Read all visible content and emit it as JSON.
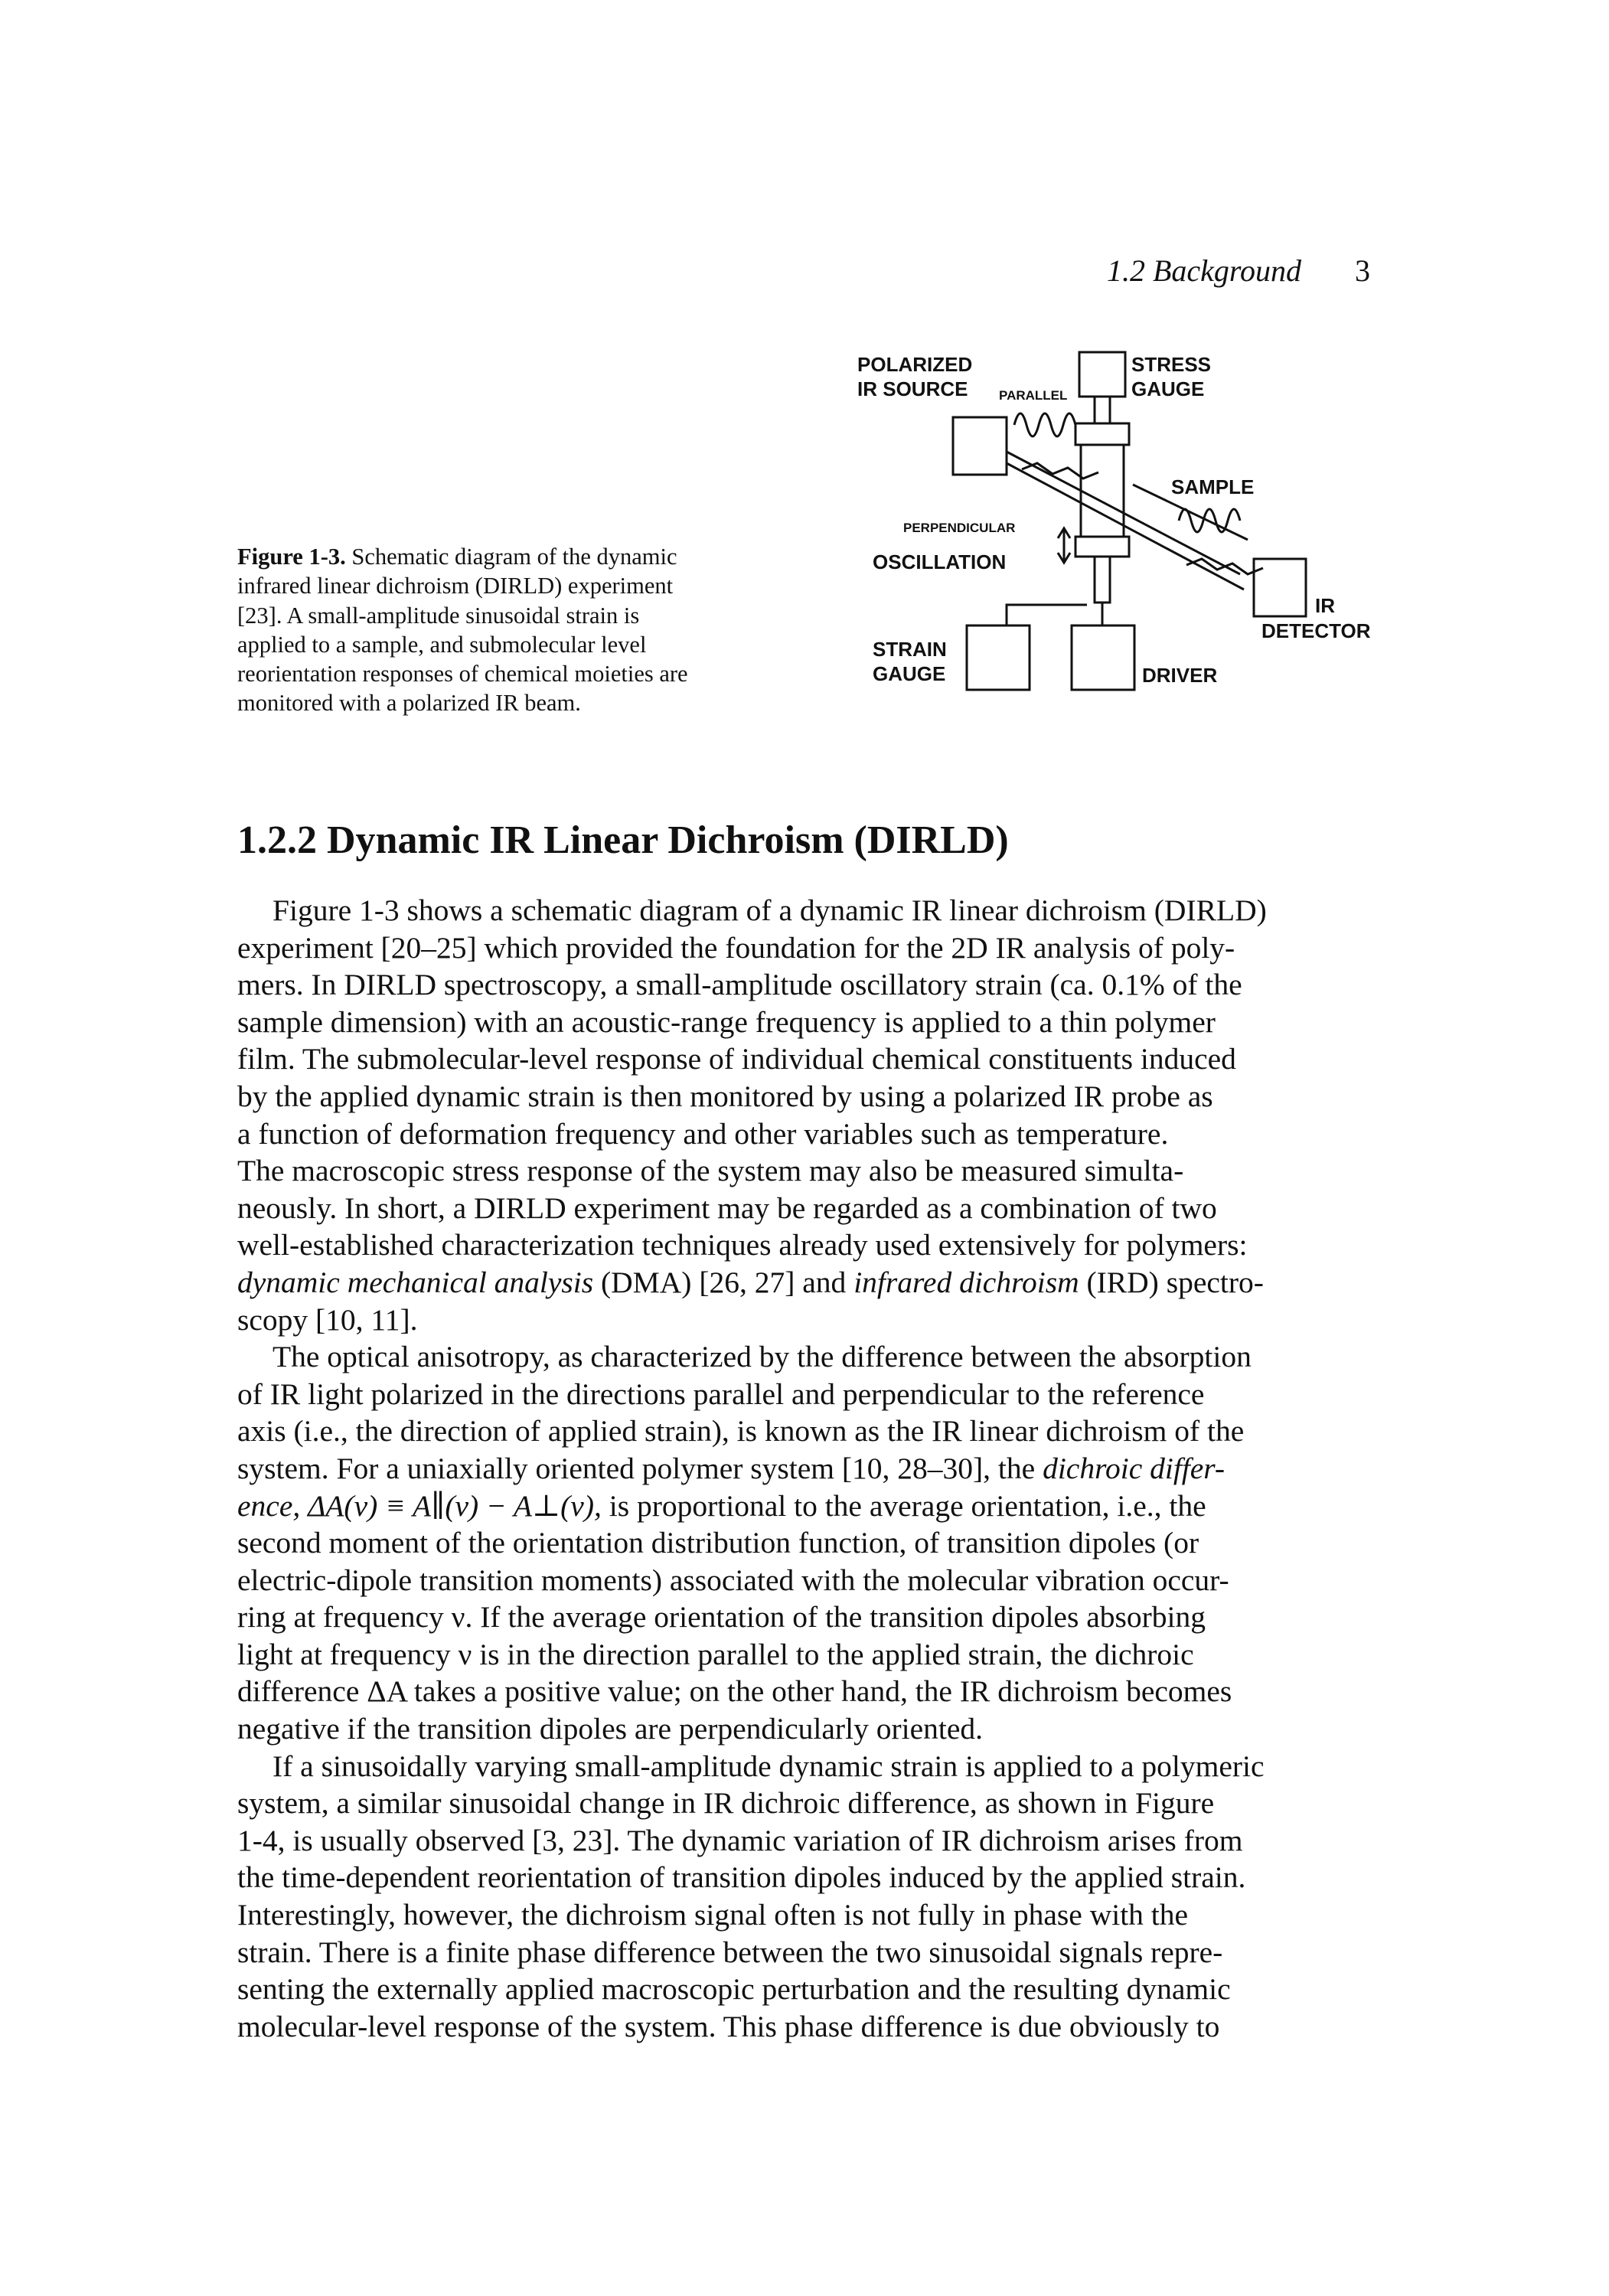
{
  "running_head": {
    "section": "1.2 Background",
    "page_number": "3"
  },
  "caption": {
    "label": "Figure 1-3.",
    "lines": [
      " Schematic diagram of the dynamic",
      "infrared linear dichroism (DIRLD) experiment",
      "[23]. A small-amplitude sinusoidal strain is",
      "applied to a sample, and submolecular level",
      "reorientation responses of chemical moieties are",
      "monitored with a polarized IR beam."
    ]
  },
  "diagram": {
    "polarized": "POLARIZED",
    "ir_source": "IR SOURCE",
    "parallel": "PARALLEL",
    "stress": "STRESS",
    "gauge_top": "GAUGE",
    "sample": "SAMPLE",
    "perpendicular": "PERPENDICULAR",
    "oscillation": "OSCILLATION",
    "ir": "IR",
    "detector": "DETECTOR",
    "strain": "STRAIN",
    "gauge_bottom": "GAUGE",
    "driver": "DRIVER"
  },
  "section": {
    "title": "1.2.2 Dynamic IR Linear Dichroism (DIRLD)"
  },
  "paragraphs": {
    "p1": [
      "Figure 1-3 shows a schematic diagram of a dynamic IR linear dichroism (DIRLD)",
      "experiment [20–25] which provided the foundation for the 2D IR analysis of poly-",
      "mers. In DIRLD spectroscopy, a small-amplitude oscillatory strain (ca. 0.1% of the",
      "sample dimension) with an acoustic-range frequency is applied to a thin polymer",
      "film. The submolecular-level response of individual chemical constituents induced",
      "by the applied dynamic strain is then monitored by using a polarized IR probe as",
      "a function of deformation frequency and other variables such as temperature.",
      "The macroscopic stress response of the system may also be measured simulta-",
      "neously. In short, a DIRLD experiment may be regarded as a combination of two",
      "well-established characterization techniques already used extensively for polymers:"
    ],
    "p1_line11": {
      "dma_term": "dynamic mechanical analysis",
      "dma_rest": " (DMA) [26, 27] and ",
      "ird_term": "infrared dichroism",
      "ird_rest": " (IRD) spectro-"
    },
    "p1_last": "scopy [10, 11].",
    "p2_a": [
      "The optical anisotropy, as characterized by the difference between the absorption",
      "of IR light polarized in the directions parallel and perpendicular to the reference",
      "axis (i.e., the direction of applied strain), is known as the IR linear dichroism of the"
    ],
    "p2_line4": {
      "pre": "system. For a uniaxially oriented polymer system [10, 28–30], the ",
      "term": "dichroic differ-"
    },
    "p2_line5": {
      "term": "ence,",
      "formula": " ΔA(ν) ≡ A∥(ν) − A⊥(ν),",
      "rest": " is proportional to the average orientation, i.e., the"
    },
    "p2_b": [
      "second moment of the orientation distribution function, of transition dipoles (or",
      "electric-dipole transition moments) associated with the molecular vibration occur-",
      "ring at frequency ν. If the average orientation of the transition dipoles absorbing",
      "light at frequency ν is in the direction parallel to the applied strain, the dichroic",
      "difference ΔA takes a positive value; on the other hand, the IR dichroism becomes"
    ],
    "p2_last": "negative if the transition dipoles are perpendicularly oriented.",
    "p3": [
      "If a sinusoidally varying small-amplitude dynamic strain is applied to a polymeric",
      "system, a similar sinusoidal change in IR dichroic difference, as shown in Figure",
      "1-4, is usually observed [3, 23]. The dynamic variation of IR dichroism arises from",
      "the time-dependent reorientation of transition dipoles induced by the applied strain.",
      "Interestingly, however, the dichroism signal often is not fully in phase with the",
      "strain. There is a finite phase difference between the two sinusoidal signals repre-",
      "senting the externally applied macroscopic perturbation and the resulting dynamic",
      "molecular-level response of the system. This phase difference is due obviously to"
    ]
  }
}
